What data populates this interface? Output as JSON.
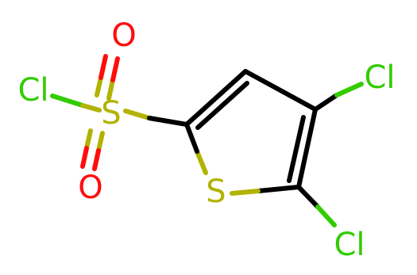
{
  "atoms": {
    "cl_sulfonyl": "Cl",
    "s_sulfonyl": "S",
    "o_top": "O",
    "o_bottom": "O",
    "s_ring": "S",
    "cl_4": "Cl",
    "cl_5": "Cl"
  },
  "colors": {
    "bond": "#000000",
    "chlorine": "#33cc00",
    "sulfur": "#b2b200",
    "oxygen": "#ff0d0d"
  }
}
